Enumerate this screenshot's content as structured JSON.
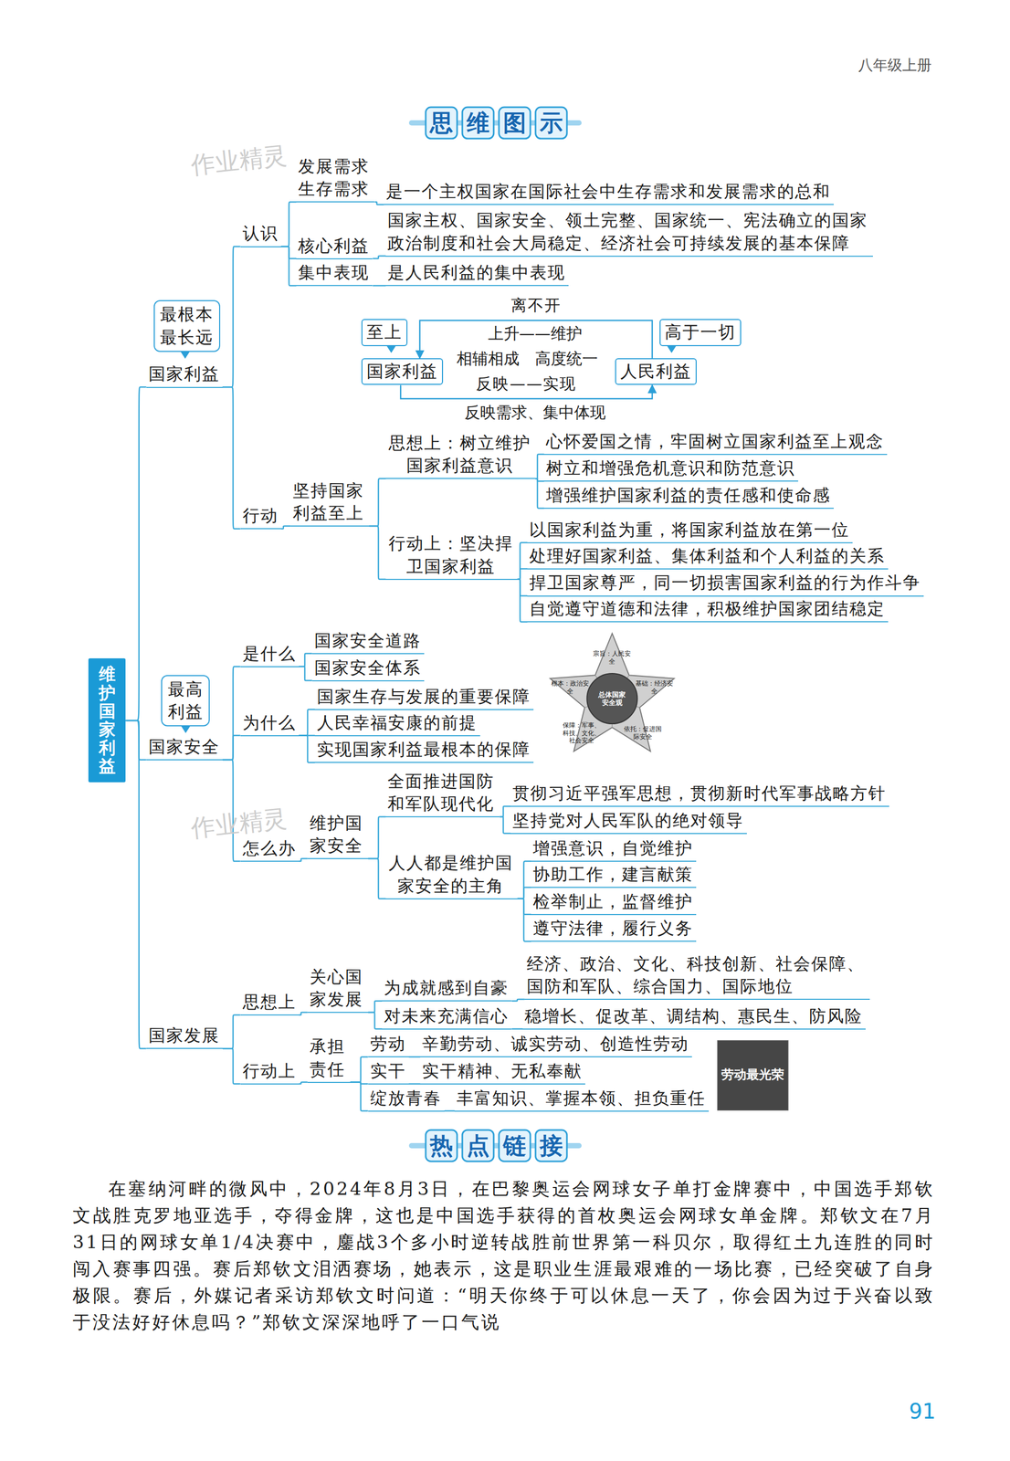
{
  "diagram": {
    "title": "思维图示",
    "nodes": [
      {
        "text": [
          "维护国家利益"
        ]
      },
      {
        "text": [
          "国家利益"
        ]
      },
      {
        "text": [
          "最根本 最长远"
        ]
      },
      {
        "text": [
          "认识"
        ]
      },
      {
        "text": [
          "发展需求 生存需求"
        ]
      },
      {
        "text": [
          "是一个主权国家在国际社会中生存需求和发展需求的总和"
        ]
      },
      {
        "text": [
          "核心利益"
        ]
      },
      {
        "text": [
          "国家主权、国家安全、领土完整、国家统一、宪法确立的国家政治制度和社会大局稳定、经济社会可持续发展的基本保障"
        ]
      },
      {
        "text": [
          "集中表现"
        ]
      },
      {
        "text": [
          "是人民利益的集中表现"
        ]
      },
      {
        "text": [
          "至上"
        ]
      },
      {
        "text": [
          "国家利益"
        ]
      },
      {
        "text": [
          "高于一切"
        ]
      },
      {
        "text": [
          "人民利益"
        ]
      },
      {
        "text": [
          "行动"
        ]
      },
      {
        "text": [
          "坚持国家利益至上"
        ]
      },
      {
        "text": [
          "思想上：树立维护国家利益意识"
        ]
      },
      {
        "text": [
          "心怀爱国之情，牢固树立国家利益至上观念"
        ]
      },
      {
        "text": [
          "树立和增强危机意识和防范意识"
        ]
      },
      {
        "text": [
          "增强维护国家利益的责任感和使命感"
        ]
      },
      {
        "text": [
          "行动上：坚决捍卫国家利益"
        ]
      },
      {
        "text": [
          "以国家利益为重，将国家利益放在第一位"
        ]
      },
      {
        "text": [
          "处理好国家利益、集体利益和个人利益的关系"
        ]
      },
      {
        "text": [
          "捍卫国家尊严，同一切损害国家利益的行为作斗争"
        ]
      },
      {
        "text": [
          "自觉遵守道德和法律，积极维护国家团结稳定"
        ]
      },
      {
        "text": [
          "国家安全"
        ]
      },
      {
        "text": [
          "最高 利益"
        ]
      },
      {
        "text": [
          "是什么"
        ]
      },
      {
        "text": [
          "国家安全道路"
        ]
      },
      {
        "text": [
          "国家安全体系"
        ]
      },
      {
        "text": [
          "为什么"
        ]
      },
      {
        "text": [
          "国家生存与发展的重要保障"
        ]
      },
      {
        "text": [
          "人民幸福安康的前提"
        ]
      },
      {
        "text": [
          "实现国家利益最根本的保障"
        ]
      },
      {
        "text": [
          "怎么办"
        ]
      },
      {
        "text": [
          "维护国家安全"
        ]
      },
      {
        "text": [
          "全面推进国防和军队现代化"
        ]
      },
      {
        "text": [
          "贯彻习近平强军思想，贯彻新时代军事战略方针"
        ]
      },
      {
        "text": [
          "坚持党对人民军队的绝对领导"
        ]
      },
      {
        "text": [
          "人人都是维护国家安全的主角"
        ]
      },
      {
        "text": [
          "增强意识，自觉维护"
        ]
      },
      {
        "text": [
          "协助工作，建言献策"
        ]
      },
      {
        "text": [
          "检举制止，监督维护"
        ]
      },
      {
        "text": [
          "遵守法律，履行义务"
        ]
      },
      {
        "text": [
          "国家发展"
        ]
      },
      {
        "text": [
          "思想上"
        ]
      },
      {
        "text": [
          "关心国家发展"
        ]
      },
      {
        "text": [
          "为成就感到自豪"
        ]
      },
      {
        "text": [
          "经济、政治、文化、科技创新、社会保障、国防和军队、综合国力、国际地位"
        ]
      },
      {
        "text": [
          "对未来充满信心"
        ]
      },
      {
        "text": [
          "稳增长、促改革、调结构、惠民生、防风险"
        ]
      },
      {
        "text": [
          "行动上"
        ]
      },
      {
        "text": [
          "承担责任"
        ]
      },
      {
        "text": [
          "劳动"
        ]
      },
      {
        "text": [
          "辛勤劳动、诚实劳动、创造性劳动"
        ]
      },
      {
        "text": [
          "实干"
        ]
      },
      {
        "text": [
          "实干精神、无私奉献"
        ]
      },
      {
        "text": [
          "绽放青春"
        ]
      },
      {
        "text": [
          "丰富知识、掌握本领、担负重任"
        ]
      }
    ],
    "edges": [
      {
        "from": 0,
        "to": 1,
        "arrow": "none"
      },
      {
        "from": 0,
        "to": 25,
        "arrow": "none"
      },
      {
        "from": 0,
        "to": 44,
        "arrow": "none"
      },
      {
        "from": 1,
        "to": 3,
        "arrow": "none"
      },
      {
        "from": 1,
        "to": 14,
        "arrow": "none"
      },
      {
        "from": 3,
        "to": 4,
        "arrow": "none"
      },
      {
        "from": 3,
        "to": 6,
        "arrow": "none"
      },
      {
        "from": 3,
        "to": 8,
        "arrow": "none"
      },
      {
        "from": 4,
        "to": 5,
        "arrow": "none"
      },
      {
        "from": 6,
        "to": 7,
        "arrow": "none"
      },
      {
        "from": 8,
        "to": 9,
        "arrow": "none"
      },
      {
        "from": 14,
        "to": 15,
        "arrow": "none"
      },
      {
        "from": 15,
        "to": 16,
        "arrow": "none"
      },
      {
        "from": 15,
        "to": 20,
        "arrow": "none"
      },
      {
        "from": 16,
        "to": 17,
        "arrow": "none"
      },
      {
        "from": 16,
        "to": 18,
        "arrow": "none"
      },
      {
        "from": 16,
        "to": 19,
        "arrow": "none"
      },
      {
        "from": 20,
        "to": 21,
        "arrow": "none"
      },
      {
        "from": 20,
        "to": 22,
        "arrow": "none"
      },
      {
        "from": 20,
        "to": 23,
        "arrow": "none"
      },
      {
        "from": 20,
        "to": 24,
        "arrow": "none"
      },
      {
        "from": 25,
        "to": 27,
        "arrow": "none"
      },
      {
        "from": 25,
        "to": 30,
        "arrow": "none"
      },
      {
        "from": 25,
        "to": 34,
        "arrow": "none"
      },
      {
        "from": 27,
        "to": 28,
        "arrow": "none"
      },
      {
        "from": 27,
        "to": 29,
        "arrow": "none"
      },
      {
        "from": 30,
        "to": 31,
        "arrow": "none"
      },
      {
        "from": 30,
        "to": 32,
        "arrow": "none"
      },
      {
        "from": 30,
        "to": 33,
        "arrow": "none"
      },
      {
        "from": 34,
        "to": 35,
        "arrow": "none"
      },
      {
        "from": 35,
        "to": 36,
        "arrow": "none"
      },
      {
        "from": 35,
        "to": 39,
        "arrow": "none"
      },
      {
        "from": 36,
        "to": 37,
        "arrow": "none"
      },
      {
        "from": 36,
        "to": 38,
        "arrow": "none"
      },
      {
        "from": 39,
        "to": 40,
        "arrow": "none"
      },
      {
        "from": 39,
        "to": 41,
        "arrow": "none"
      },
      {
        "from": 39,
        "to": 42,
        "arrow": "none"
      },
      {
        "from": 39,
        "to": 43,
        "arrow": "none"
      },
      {
        "from": 44,
        "to": 45,
        "arrow": "none"
      },
      {
        "from": 44,
        "to": 51,
        "arrow": "none"
      },
      {
        "from": 45,
        "to": 46,
        "arrow": "none"
      },
      {
        "from": 46,
        "to": 47,
        "arrow": "none"
      },
      {
        "from": 46,
        "to": 49,
        "arrow": "none"
      },
      {
        "from": 47,
        "to": 48,
        "arrow": "none"
      },
      {
        "from": 49,
        "to": 50,
        "arrow": "none"
      },
      {
        "from": 51,
        "to": 52,
        "arrow": "none"
      },
      {
        "from": 52,
        "to": 53,
        "arrow": "none"
      },
      {
        "from": 52,
        "to": 55,
        "arrow": "none"
      },
      {
        "from": 52,
        "to": 57,
        "arrow": "none"
      },
      {
        "from": 53,
        "to": 54,
        "arrow": "none"
      },
      {
        "from": 55,
        "to": 56,
        "arrow": "none"
      },
      {
        "from": 57,
        "to": 58,
        "arrow": "none"
      },
      {
        "from": 13,
        "to": 11,
        "label": "离不开",
        "arrow": "to"
      },
      {
        "from": 11,
        "to": 13,
        "label": "反映——实现",
        "arrow": "to"
      }
    ],
    "labels": [
      "八年级上册",
      "作业精灵",
      "上升——维护",
      "相辅相成　高度统一",
      "反映需求、集中体现",
      "总体国家安全观",
      "宗旨：人民安全",
      "根本：政治安全",
      "基础：经济安全",
      "保障：军事、科技、文化、社会安全",
      "依托：促进国际安全",
      "作业精灵",
      "劳动最光荣",
      "热点链接",
      "在塞纳河畔的微风中，2024年8月3日，在巴黎奥运会网球女子单打金牌赛中，中国选手郑钦文战胜克罗地亚选手，夺得金牌，这也是中国选手获得的首枚奥运会网球女单金牌。郑钦文在7月31日的网球女单1/4决赛中，鏖战3个多小时逆转战胜前世界第一科贝尔，取得红土九连胜的同时闯入赛事四强。赛后郑钦文泪洒赛场，她表示，这是职业生涯最艰难的一场比赛，已经突破了自身极限。赛后，外媒记者采访郑钦文时问道：“明天你终于可以休息一天了，你会因为过于兴奋以致于没法好好休息吗？”郑钦文深深地呼了一口气说",
      "91"
    ]
  }
}
